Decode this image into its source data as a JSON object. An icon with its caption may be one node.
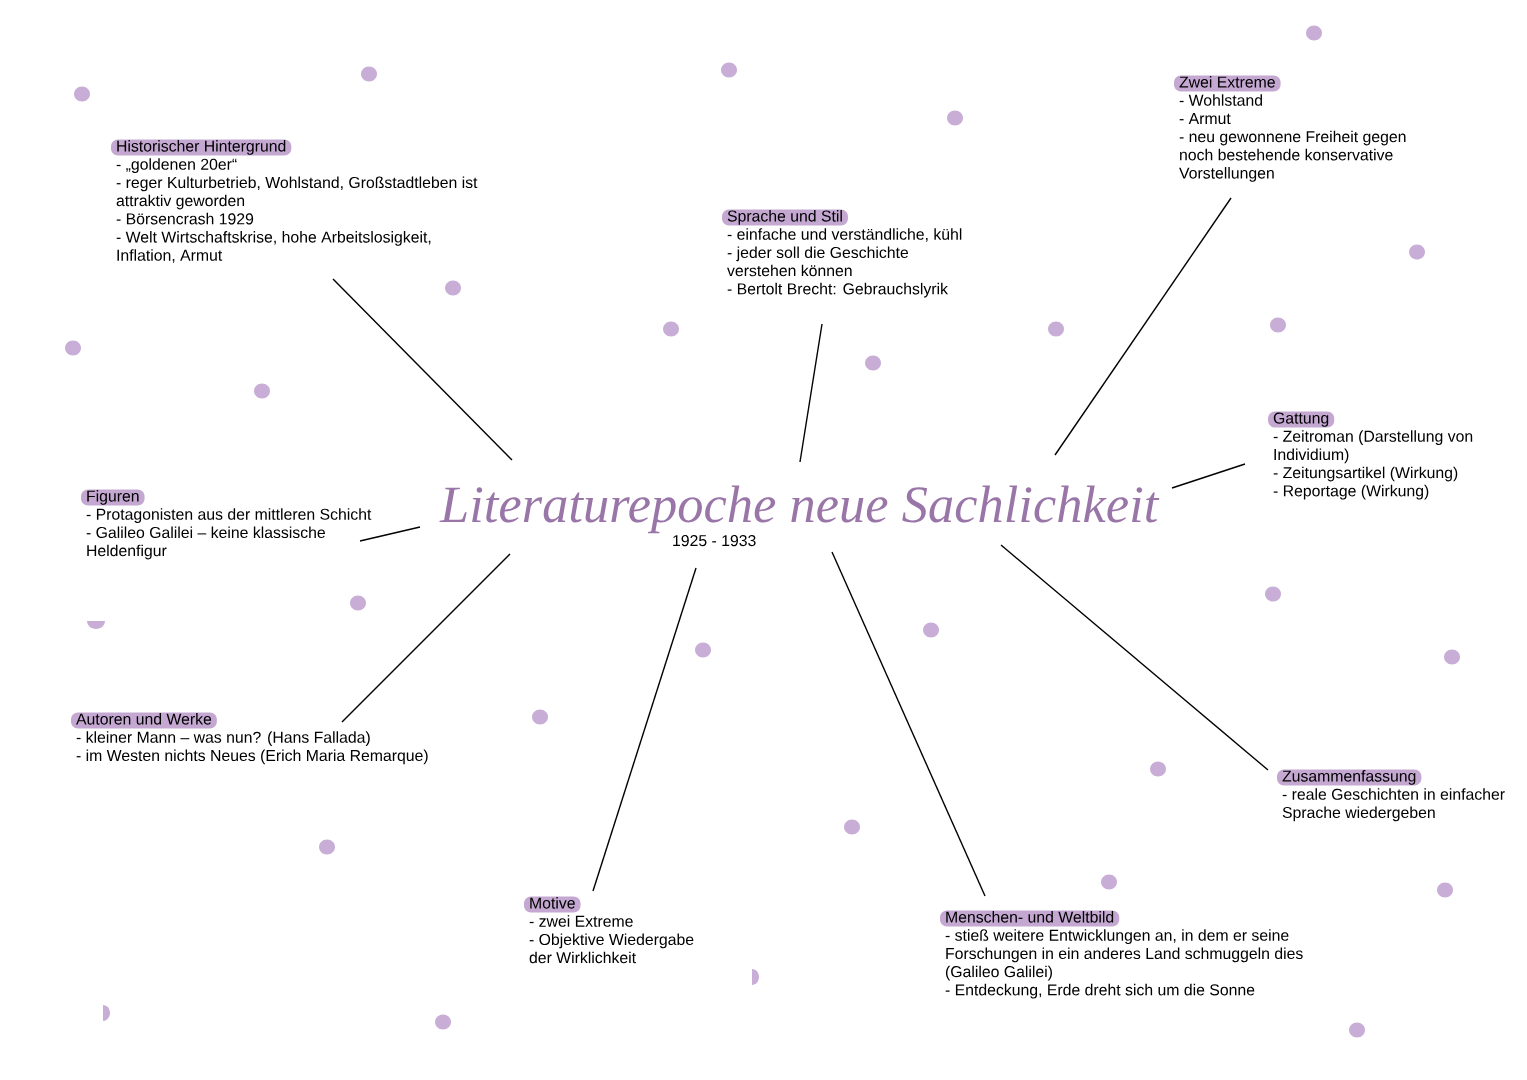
{
  "diagram": {
    "nodes": [
      {
        "text": [
          "Literaturepoche neue Sachlichkeit",
          "1925 - 1933"
        ]
      },
      {
        "text": [
          "Historischer Hintergrund",
          "- „goldenen 20er“",
          "- reger Kulturbetrieb, Wohlstand, Großstadtleben ist attraktiv geworden",
          "- Börsencrash 1929",
          "- Welt Wirtschaftskrise, hohe Arbeitslosigkeit, Inflation, Armut"
        ]
      },
      {
        "text": [
          "Sprache und Stil",
          "- einfache und verständliche, kühl",
          "- jeder soll die Geschichte verstehen können",
          "- Bertolt Brecht: Gebrauchslyrik"
        ]
      },
      {
        "text": [
          "Zwei Extreme",
          "- Wohlstand",
          "- Armut",
          "- neu gewonnene Freiheit gegen noch bestehende konservative Vorstellungen"
        ]
      },
      {
        "text": [
          "Gattung",
          "- Zeitroman (Darstellung von Individium)",
          "- Zeitungsartikel (Wirkung)",
          "- Reportage (Wirkung)"
        ]
      },
      {
        "text": [
          "Figuren",
          "- Protagonisten aus der mittleren Schicht",
          "- Galileo Galilei – keine klassische Heldenfigur"
        ]
      },
      {
        "text": [
          "Autoren und Werke",
          "- kleiner Mann – was nun? (Hans Fallada)",
          "- im Westen nichts Neues (Erich Maria Remarque)"
        ]
      },
      {
        "text": [
          "Motive",
          "- zwei Extreme",
          "- Objektive Wiedergabe der Wirklichkeit"
        ]
      },
      {
        "text": [
          "Menschen- und Weltbild",
          "- stieß weitere Entwicklungen an, in dem er seine Forschungen in ein anderes Land schmuggeln dies (Galileo Galilei)",
          "- Entdeckung, Erde dreht sich um die Sonne"
        ]
      },
      {
        "text": [
          "Zusammenfassung",
          "- reale Geschichten in einfacher Sprache wiedergeben"
        ]
      }
    ],
    "edges": [
      {
        "from": 0,
        "to": 1,
        "arrow": "none"
      },
      {
        "from": 0,
        "to": 2,
        "arrow": "none"
      },
      {
        "from": 0,
        "to": 3,
        "arrow": "none"
      },
      {
        "from": 0,
        "to": 4,
        "arrow": "none"
      },
      {
        "from": 0,
        "to": 5,
        "arrow": "none"
      },
      {
        "from": 0,
        "to": 6,
        "arrow": "none"
      },
      {
        "from": 0,
        "to": 7,
        "arrow": "none"
      },
      {
        "from": 0,
        "to": 8,
        "arrow": "none"
      },
      {
        "from": 0,
        "to": 9,
        "arrow": "none"
      }
    ]
  }
}
